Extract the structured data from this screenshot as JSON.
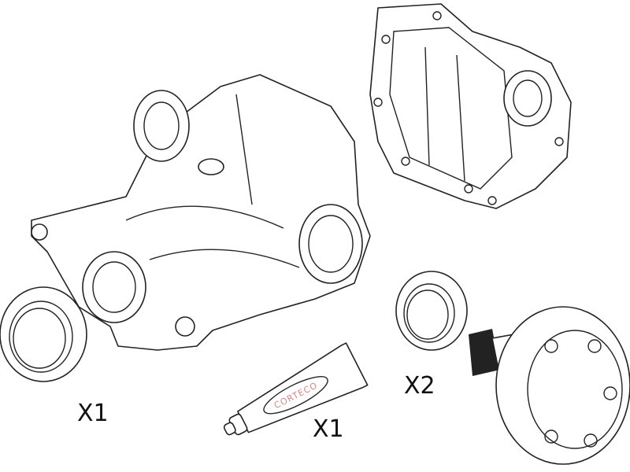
{
  "parts": {
    "differential_qty": "X1",
    "sealant_qty": "X1",
    "seal_qty": "X2",
    "sealant_brand": "CORTECO"
  }
}
